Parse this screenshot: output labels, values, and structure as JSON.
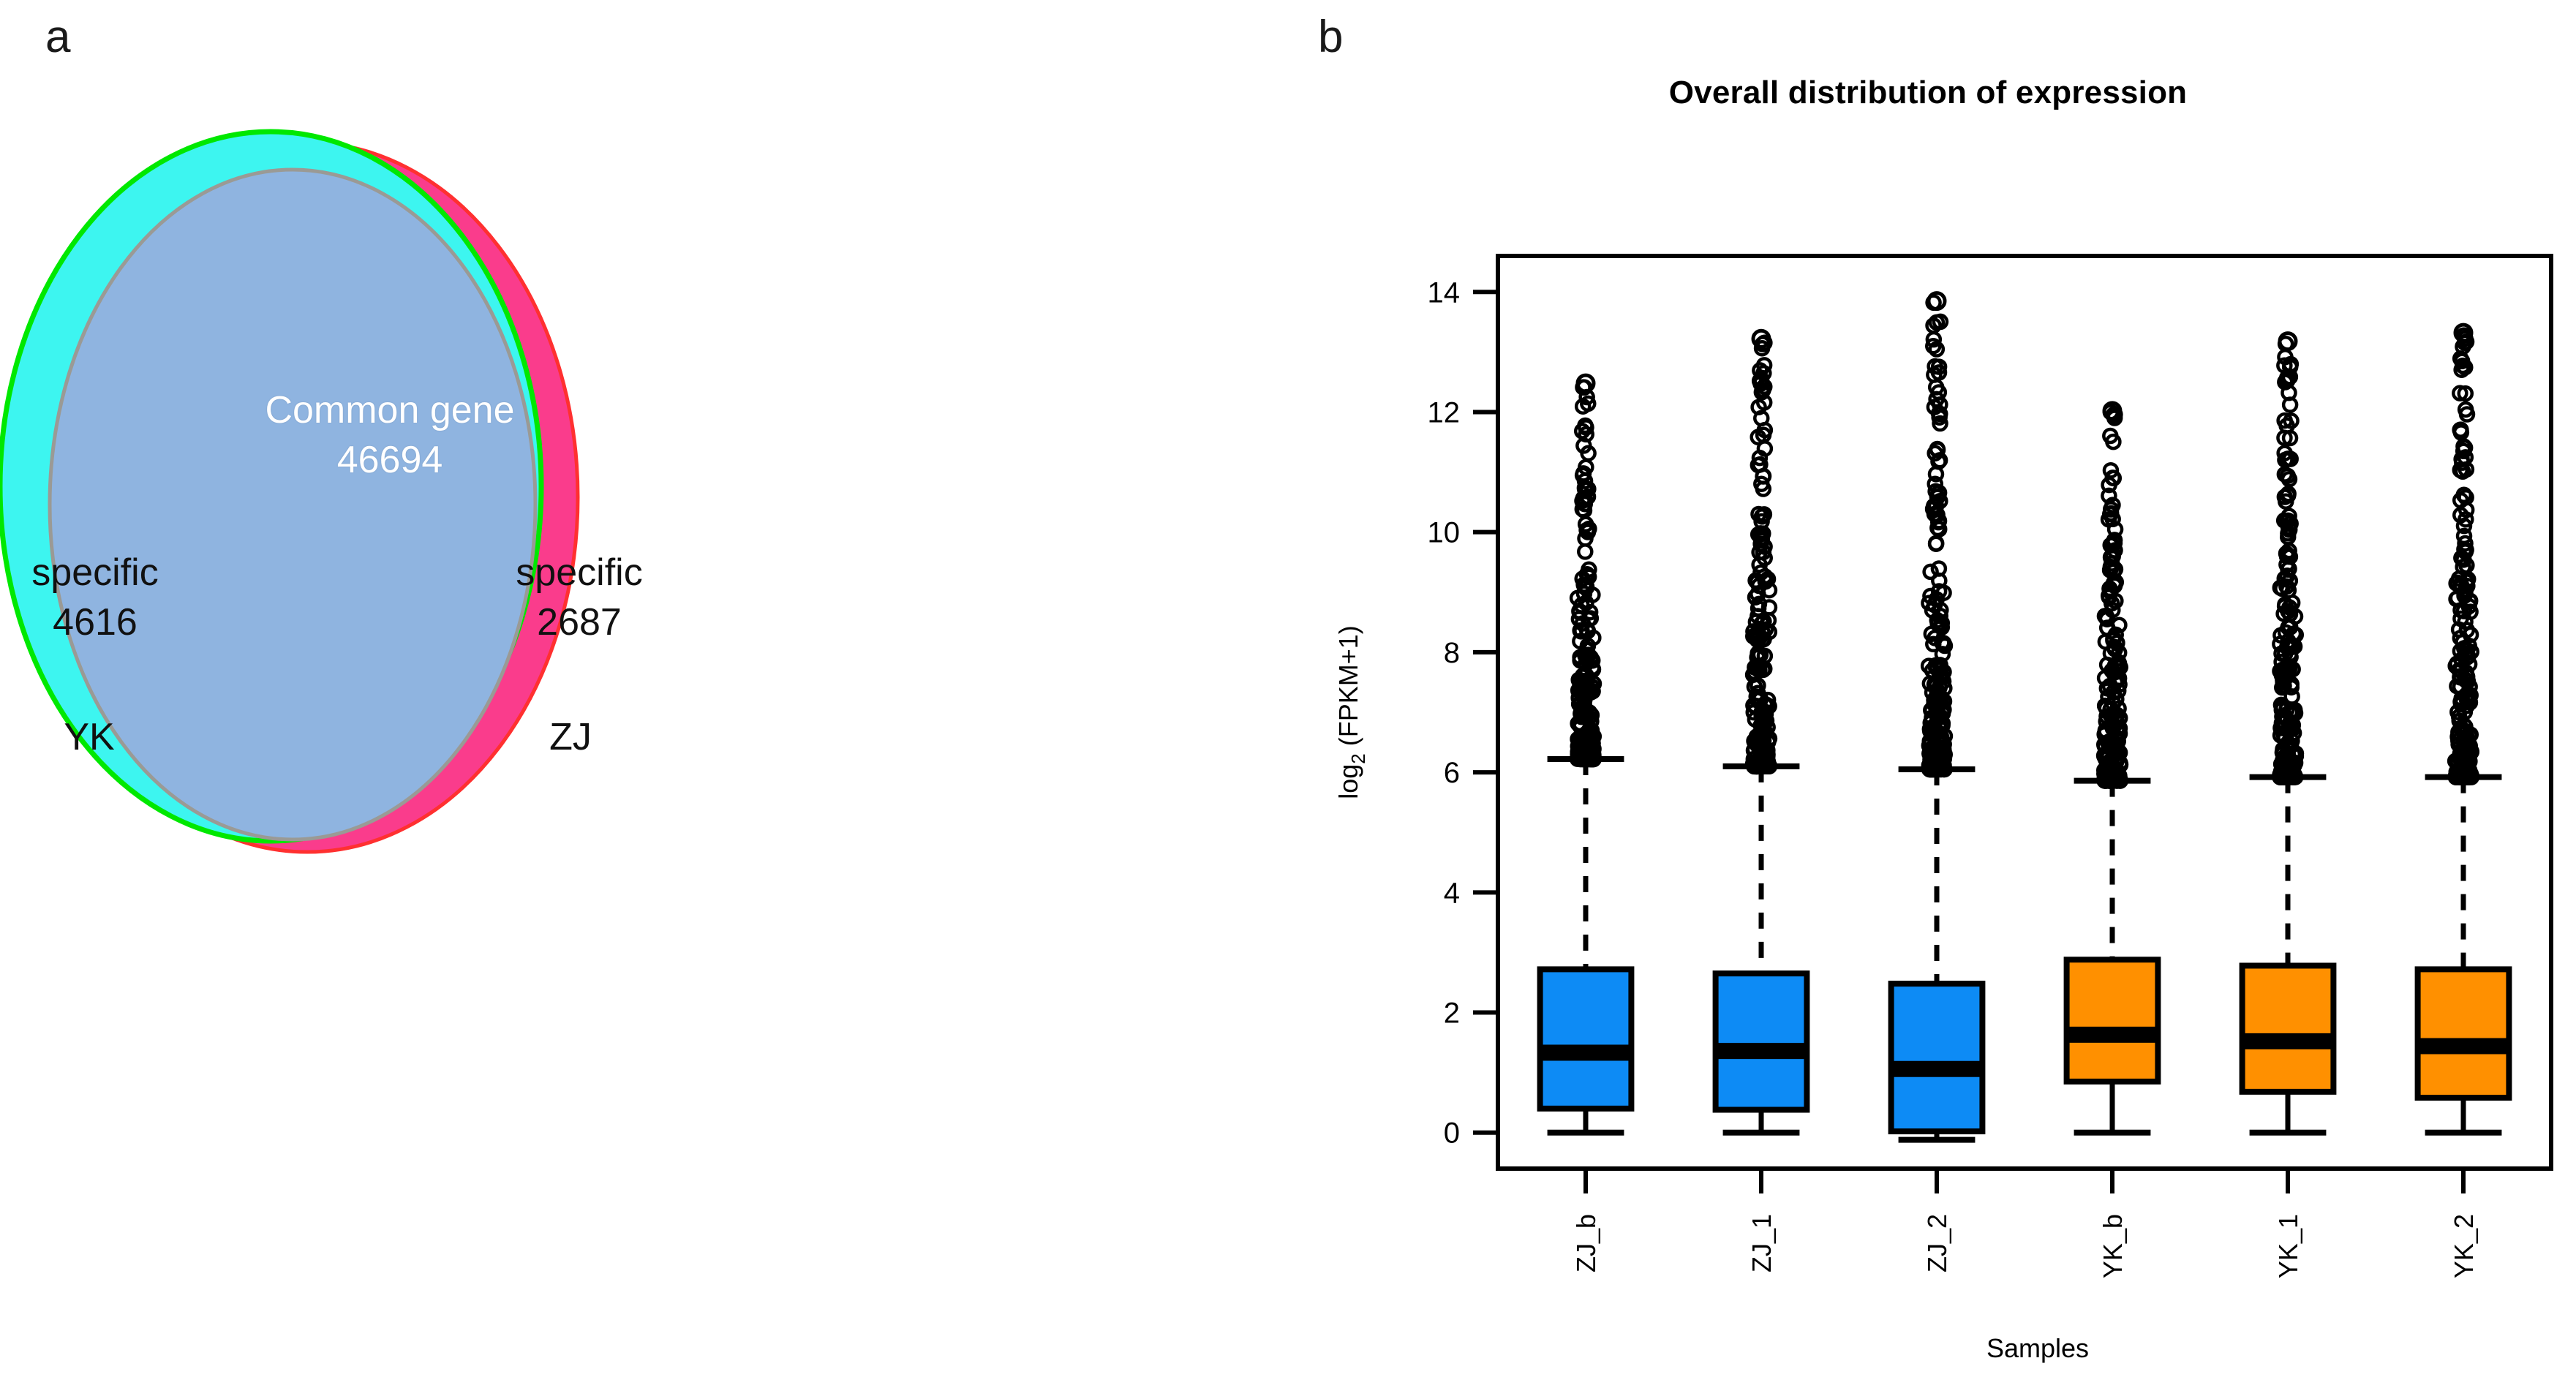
{
  "figure": {
    "panel_a_letter": "a",
    "panel_b_letter": "b"
  },
  "venn": {
    "center_label": "Common gene",
    "center_value": "46694",
    "left": {
      "specific_label": "specific",
      "specific_value": "4616",
      "group": "YK",
      "fill_color": "#3DF5F0",
      "stroke_color": "#00E800"
    },
    "right": {
      "specific_label": "specific",
      "specific_value": "2687",
      "group": "ZJ",
      "fill_color": "#FA3C8C",
      "stroke_color": "#FF2020"
    },
    "intersection_color": "#8FB4E0",
    "intersection_stroke": "#9A9A95"
  },
  "boxplot": {
    "title": "Overall distribution of expression",
    "ylabel_prefix": "log",
    "ylabel_sub": "2",
    "ylabel_suffix": " (FPKM+1)",
    "xlabel": "Samples",
    "colors": {
      "zj": "#0D8BF5",
      "yk": "#FF9000",
      "frame": "#000000"
    }
  },
  "chart_data": {
    "type": "box",
    "title": "Overall distribution of expression",
    "xlabel": "Samples",
    "ylabel": "log2 (FPKM+1)",
    "ylim": [
      -0.6,
      14.6
    ],
    "yticks": [
      0,
      2,
      4,
      6,
      8,
      10,
      12,
      14
    ],
    "ytick_labels": [
      "0",
      "2",
      "4",
      "6",
      "8",
      "10",
      "12",
      "14"
    ],
    "grid": false,
    "legend": "none",
    "categories": [
      "ZJ_b",
      "ZJ_1",
      "ZJ_2",
      "YK_b",
      "YK_1",
      "YK_2"
    ],
    "group_colors": [
      "#0D8BF5",
      "#0D8BF5",
      "#0D8BF5",
      "#FF9000",
      "#FF9000",
      "#FF9000"
    ],
    "boxes": [
      {
        "name": "ZJ_b",
        "lower_whisker": 0.0,
        "q1": 0.4,
        "median": 1.33,
        "q3": 2.72,
        "upper_whisker": 6.22,
        "outlier_max": 12.48,
        "color": "#0D8BF5"
      },
      {
        "name": "ZJ_1",
        "lower_whisker": 0.0,
        "q1": 0.38,
        "median": 1.36,
        "q3": 2.65,
        "upper_whisker": 6.1,
        "outlier_max": 13.22,
        "color": "#0D8BF5"
      },
      {
        "name": "ZJ_2",
        "lower_whisker": -0.12,
        "q1": 0.02,
        "median": 1.06,
        "q3": 2.48,
        "upper_whisker": 6.05,
        "outlier_max": 13.85,
        "color": "#0D8BF5"
      },
      {
        "name": "YK_b",
        "lower_whisker": 0.0,
        "q1": 0.85,
        "median": 1.63,
        "q3": 2.88,
        "upper_whisker": 5.86,
        "outlier_max": 12.02,
        "color": "#FF9000"
      },
      {
        "name": "YK_1",
        "lower_whisker": 0.0,
        "q1": 0.68,
        "median": 1.52,
        "q3": 2.78,
        "upper_whisker": 5.92,
        "outlier_max": 13.18,
        "color": "#FF9000"
      },
      {
        "name": "YK_2",
        "lower_whisker": 0.0,
        "q1": 0.58,
        "median": 1.44,
        "q3": 2.72,
        "upper_whisker": 5.92,
        "outlier_max": 13.32,
        "color": "#FF9000"
      }
    ]
  }
}
